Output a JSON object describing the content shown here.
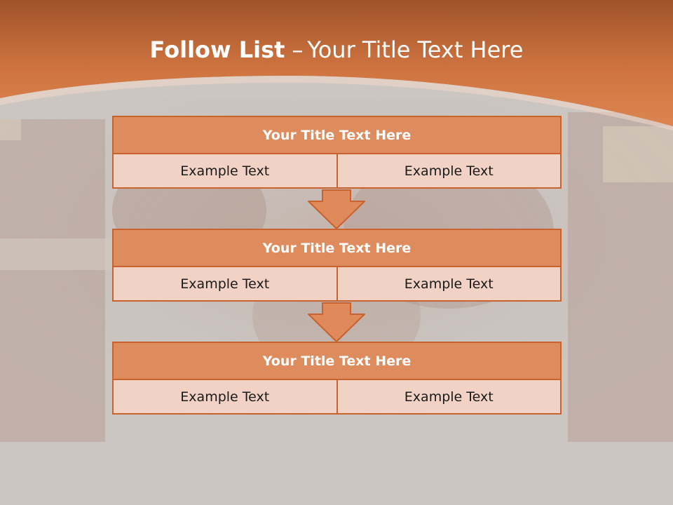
{
  "slide": {
    "title_bold": "Follow List",
    "title_separator": "–",
    "title_rest": "Your Title Text Here"
  },
  "blocks": [
    {
      "title": "Your Title Text Here",
      "left": "Example Text",
      "right": "Example Text"
    },
    {
      "title": "Your Title Text Here",
      "left": "Example Text",
      "right": "Example Text"
    },
    {
      "title": "Your Title Text Here",
      "left": "Example Text",
      "right": "Example Text"
    }
  ],
  "colors": {
    "header_band": "#d47a45",
    "title_fill": "#de8c5e",
    "cell_fill": "#f1d2c4",
    "border": "#c8622f",
    "arrow_fill": "#e0895a"
  }
}
